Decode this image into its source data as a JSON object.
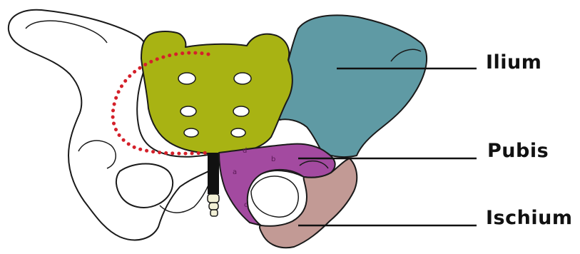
{
  "labels": {
    "ilium": "Ilium",
    "pubis": "Pubis",
    "ischium": "Ischium"
  },
  "markers": {
    "a": "a",
    "b": "b",
    "c": "c",
    "d": "d"
  },
  "colors": {
    "sacrum": "#a8b313",
    "ilium": "#5f9aa4",
    "pubis": "#a34aa0",
    "ischium": "#c29a95",
    "outline": "#1a1a1a",
    "dotted_line": "#d4202a",
    "symphysis": "#111111"
  }
}
